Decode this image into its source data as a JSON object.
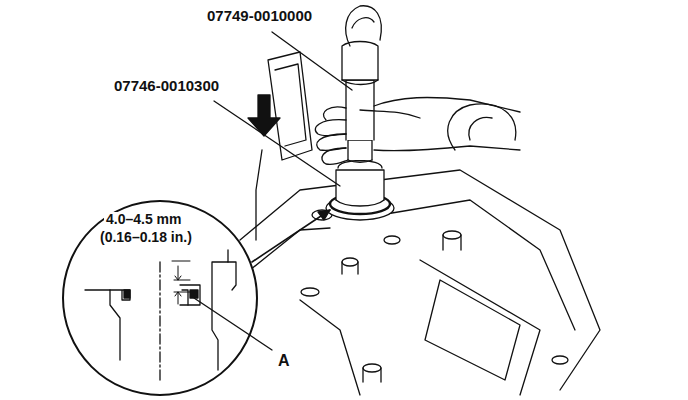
{
  "diagram": {
    "labels": [
      "07749-0010000",
      "07746-0010300",
      "4.0–4.5 mm",
      "(0.16–0.18 in.)",
      "A"
    ]
  }
}
